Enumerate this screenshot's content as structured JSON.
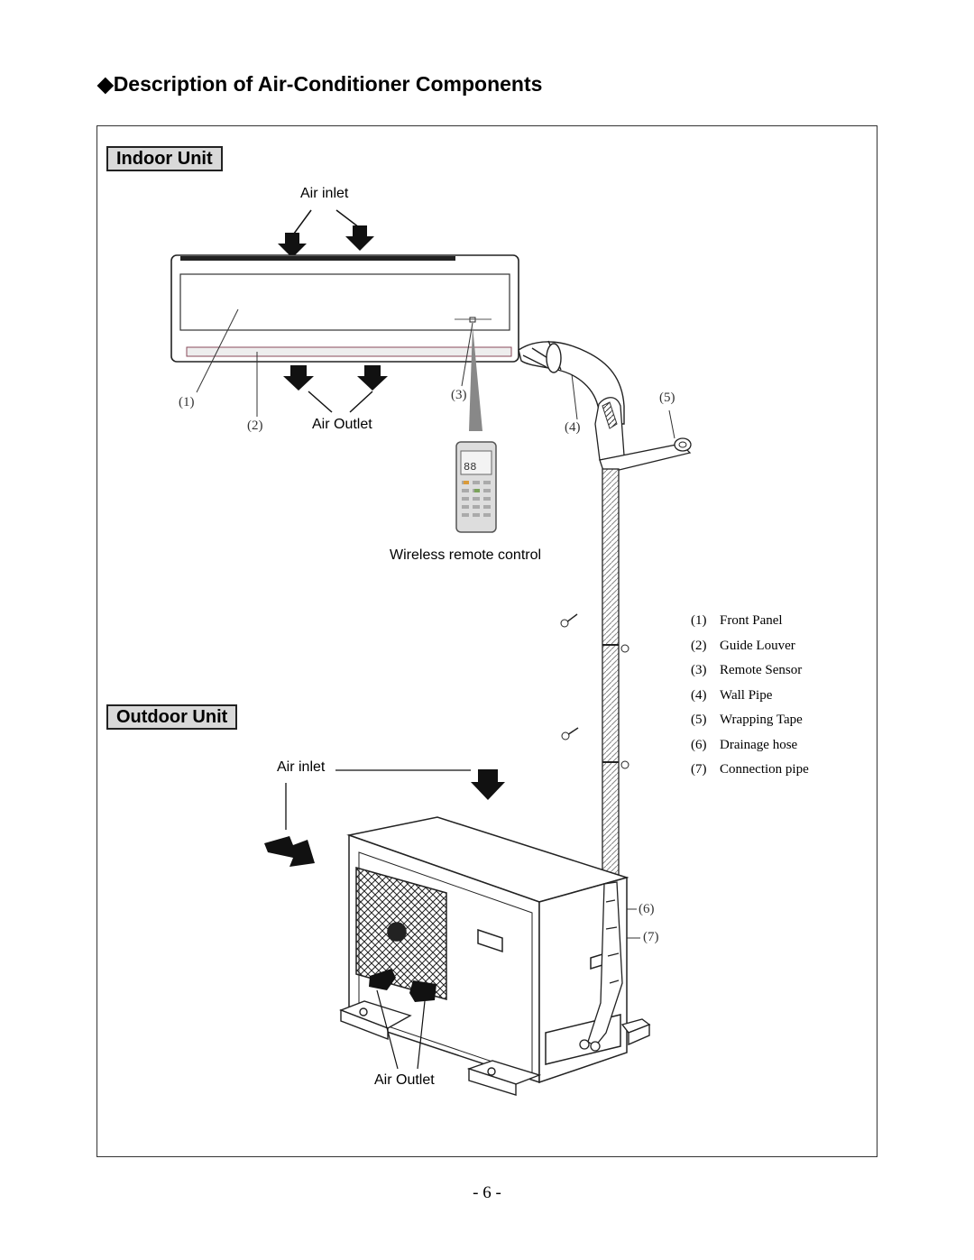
{
  "title": "◆Description of Air-Conditioner Components",
  "indoor": {
    "heading": "Indoor Unit",
    "air_inlet": "Air inlet",
    "air_outlet": "Air Outlet",
    "remote_label": "Wireless remote control",
    "remote_display": "88",
    "callouts": [
      "(1)",
      "(2)",
      "(3)",
      "(4)",
      "(5)"
    ]
  },
  "outdoor": {
    "heading": "Outdoor Unit",
    "air_inlet": "Air inlet",
    "air_outlet": "Air Outlet",
    "callouts": [
      "(6)",
      "(7)"
    ]
  },
  "legend": [
    {
      "num": "(1)",
      "label": "Front Panel"
    },
    {
      "num": "(2)",
      "label": "Guide Louver"
    },
    {
      "num": "(3)",
      "label": "Remote Sensor"
    },
    {
      "num": "(4)",
      "label": "Wall Pipe"
    },
    {
      "num": "(5)",
      "label": "Wrapping Tape"
    },
    {
      "num": "(6)",
      "label": "Drainage hose"
    },
    {
      "num": "(7)",
      "label": "Connection pipe"
    }
  ],
  "page_number": "- 6 -"
}
